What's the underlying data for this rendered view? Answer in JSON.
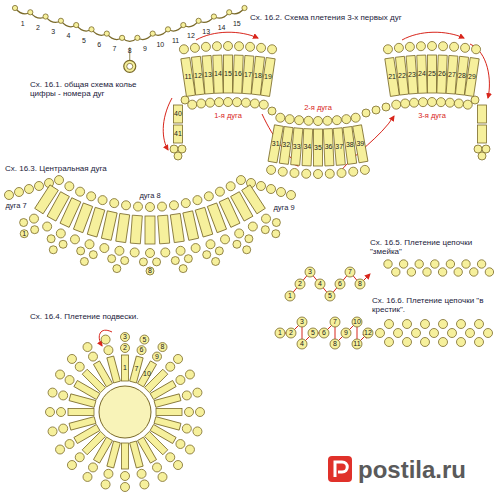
{
  "diagram": {
    "labels": [
      "Сх. 16.1. общая схема колье цифры - номера дуг",
      "1",
      "2",
      "3",
      "4",
      "5",
      "6",
      "7",
      "8",
      "9",
      "10",
      "11",
      "12",
      "13",
      "14",
      "15",
      "Сх. 16.2. Схема плетения 3-х первых дуг",
      "1-я дуга",
      "2-я дуга",
      "3-я дуга",
      "11",
      "12",
      "13",
      "14",
      "15",
      "16",
      "17",
      "18",
      "19",
      "40",
      "41",
      "31",
      "32",
      "33",
      "34",
      "35",
      "36",
      "37",
      "38",
      "39",
      "21",
      "22",
      "23",
      "24",
      "25",
      "26",
      "27",
      "28",
      "29",
      "Сх. 16.3. Центральная дуга",
      "дуга 7",
      "дуга 8",
      "дуга 9",
      "1",
      "8",
      "Сх. 16.4. Плетение подвески.",
      "3",
      "2",
      "1",
      "5",
      "6",
      "7",
      "8",
      "9",
      "10",
      "Сх. 16.5. Плетение цепочки \"змейка\"",
      "1",
      "2",
      "3",
      "4",
      "5",
      "6",
      "7",
      "8",
      "Сх. 16.6. Плетение цепочки \"в крестик\".",
      "1",
      "2",
      "3",
      "4",
      "5",
      "6",
      "7",
      "8",
      "9",
      "10",
      "11",
      "12",
      "postila.ru"
    ]
  }
}
